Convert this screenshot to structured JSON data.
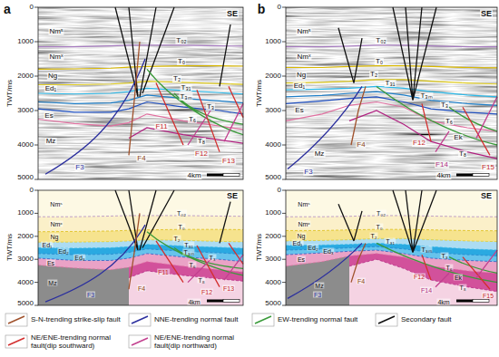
{
  "diagram": {
    "labels": [
      "a",
      "SE",
      "TWT/ms",
      "0",
      "1000",
      "2000",
      "3000",
      "4000",
      "5000",
      "Nmˢ",
      "Nmˣ",
      "Ng",
      "Ed₁",
      "Es",
      "Mz",
      "T₀₂",
      "T₀",
      "T₂",
      "T₃₁",
      "T₃ₘ",
      "T₃",
      "T₆",
      "T₈",
      "F3",
      "F4",
      "F11",
      "F12",
      "F13",
      "4km",
      "b",
      "SE",
      "TWT/ms",
      "0",
      "1000",
      "2000",
      "3000",
      "4000",
      "5000",
      "Nmˢ",
      "Nmˣ",
      "Ng",
      "Ed₁",
      "Es",
      "Mz",
      "Ek",
      "T₀₂",
      "T₀",
      "T₂",
      "T₃₁",
      "T₃ₘ",
      "T₃",
      "T₆",
      "T₈",
      "F3",
      "F4",
      "F12",
      "F14",
      "F15",
      "4km",
      "SE",
      "TWT/ms",
      "0",
      "1000",
      "2000",
      "3000",
      "4000",
      "5000",
      "Nmˢ",
      "Nmˣ",
      "Ng",
      "Ed₁",
      "Ed₂",
      "Ed₃",
      "Es",
      "Mz",
      "T₀₂",
      "T₀",
      "T₂",
      "T₃₁",
      "T₃ₘ",
      "T₃",
      "T₆",
      "T₈",
      "F3",
      "F4",
      "F11",
      "F12",
      "F13",
      "4km",
      "SE",
      "TWT/ms",
      "0",
      "1000",
      "2000",
      "3000",
      "4000",
      "5000",
      "Nmˢ",
      "Nmˣ",
      "Ng",
      "Ed₁",
      "Ed₂",
      "Ed₃",
      "Es",
      "Mz",
      "Ek",
      "T₀₂",
      "T₀",
      "T₂",
      "T₃₁",
      "T₃ₘ",
      "T₃",
      "T₆",
      "T₈",
      "F3",
      "F4",
      "F12",
      "F14",
      "F15",
      "4km"
    ],
    "legend": [
      {
        "text": "S-N-trending strike-slip fault"
      },
      {
        "text": "NNE-trending normal fault"
      },
      {
        "text": "EW-trending normal fault"
      },
      {
        "text": "Secondary fault"
      },
      {
        "text": "NE/ENE-trending normal fault(dip southward)"
      },
      {
        "text": "NE/ENE-trending normal fault(dip northward)"
      }
    ]
  }
}
